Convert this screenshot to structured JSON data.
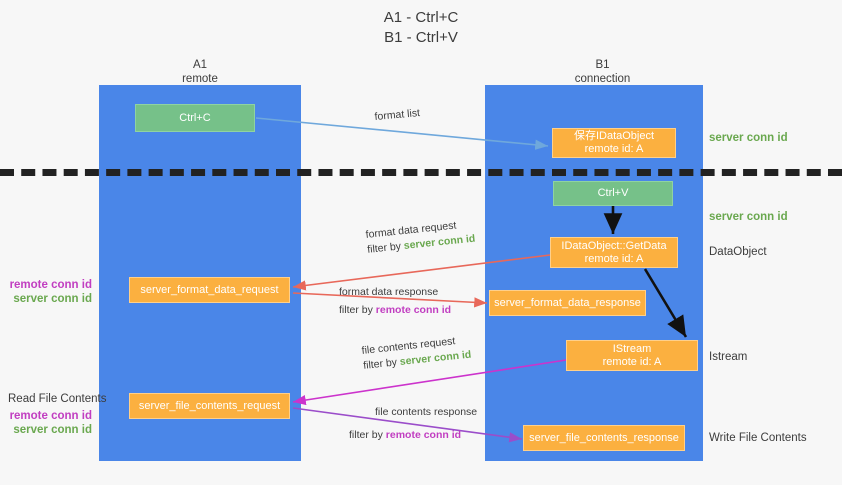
{
  "title": {
    "line1": "A1 - Ctrl+C",
    "line2": "B1 - Ctrl+V"
  },
  "lanes": [
    {
      "name": "A1",
      "sub": "remote"
    },
    {
      "name": "B1",
      "sub": "connection"
    }
  ],
  "boxes": {
    "ctrl_c": "Ctrl+C",
    "ctrl_v": "Ctrl+V",
    "ole_dataobject_l1": "保存IDataObject",
    "ole_dataobject_l2": "remote id: A",
    "getdata_l1": "IDataObject::GetData",
    "getdata_l2": "remote id: A",
    "istream_l1": "IStream",
    "istream_l2": "remote id: A",
    "server_format_data_request": "server_format_data_request",
    "server_format_data_response": "server_format_data_response",
    "server_file_contents_request": "server_file_contents_request",
    "server_file_contents_response": "server_file_contents_response"
  },
  "right_labels": {
    "server_conn_id_top": "server conn id",
    "server_conn_id_mid": "server conn id",
    "dataobject": "DataObject",
    "istream": "Istream",
    "write_file_contents": "Write File Contents"
  },
  "left_labels": {
    "conn_pair_1_remote": "remote conn id",
    "conn_pair_1_server": "server conn id",
    "read_file_contents": "Read File Contents",
    "conn_pair_2_remote": "remote conn id",
    "conn_pair_2_server": "server conn id"
  },
  "flows": {
    "format_list": "format list",
    "format_data_request": "format data request",
    "format_data_request_filter_prefix": "filter by ",
    "format_data_request_filter_em": "server conn id",
    "format_data_response": "format data response",
    "format_data_response_filter_prefix": "filter by ",
    "format_data_response_filter_em": "remote conn id",
    "file_contents_request": "file contents request",
    "file_contents_request_filter_prefix": "filter by ",
    "file_contents_request_filter_em": "server conn id",
    "file_contents_response": "file contents response",
    "file_contents_response_filter_prefix": "filter by ",
    "file_contents_response_filter_em": "remote conn id"
  },
  "colors": {
    "lane": "#4a86e8",
    "green_box": "#76c189",
    "orange_box": "#fbb040",
    "green_text": "#6aa84f",
    "purple_text": "#c13ec1",
    "arrow_blue": "#6fa8dc",
    "arrow_red": "#e8685a",
    "arrow_magenta": "#cc33cc",
    "arrow_purple": "#9b4dca",
    "arrow_black": "#111111",
    "background": "#f7f7f7"
  }
}
